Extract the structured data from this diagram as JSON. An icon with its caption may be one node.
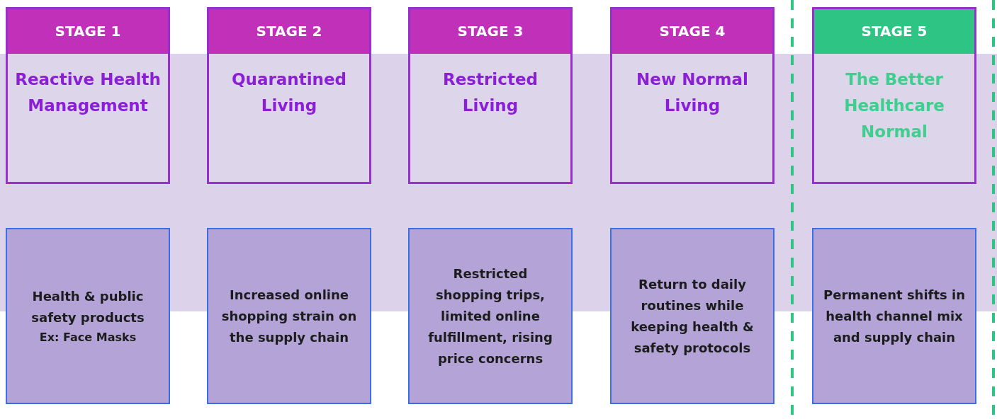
{
  "diagram": {
    "nodes": [
      {
        "text": [
          "STAGE 1",
          "Reactive Health Management"
        ]
      },
      {
        "text": [
          "STAGE 2",
          "Quarantined Living"
        ]
      },
      {
        "text": [
          "STAGE 3",
          "Restricted Living"
        ]
      },
      {
        "text": [
          "STAGE 4",
          "New Normal Living"
        ]
      },
      {
        "text": [
          "STAGE 5",
          "The Better Healthcare Normal"
        ]
      },
      {
        "text": [
          "Health & public safety products",
          "Ex: Face Masks"
        ]
      },
      {
        "text": [
          "Increased online shopping strain on the supply chain"
        ]
      },
      {
        "text": [
          "Restricted shopping trips, limited online fulfillment, rising price concerns"
        ]
      },
      {
        "text": [
          "Return to daily routines while keeping health & safety protocols"
        ]
      },
      {
        "text": [
          "Permanent shifts in health channel mix and supply chain"
        ]
      }
    ]
  }
}
